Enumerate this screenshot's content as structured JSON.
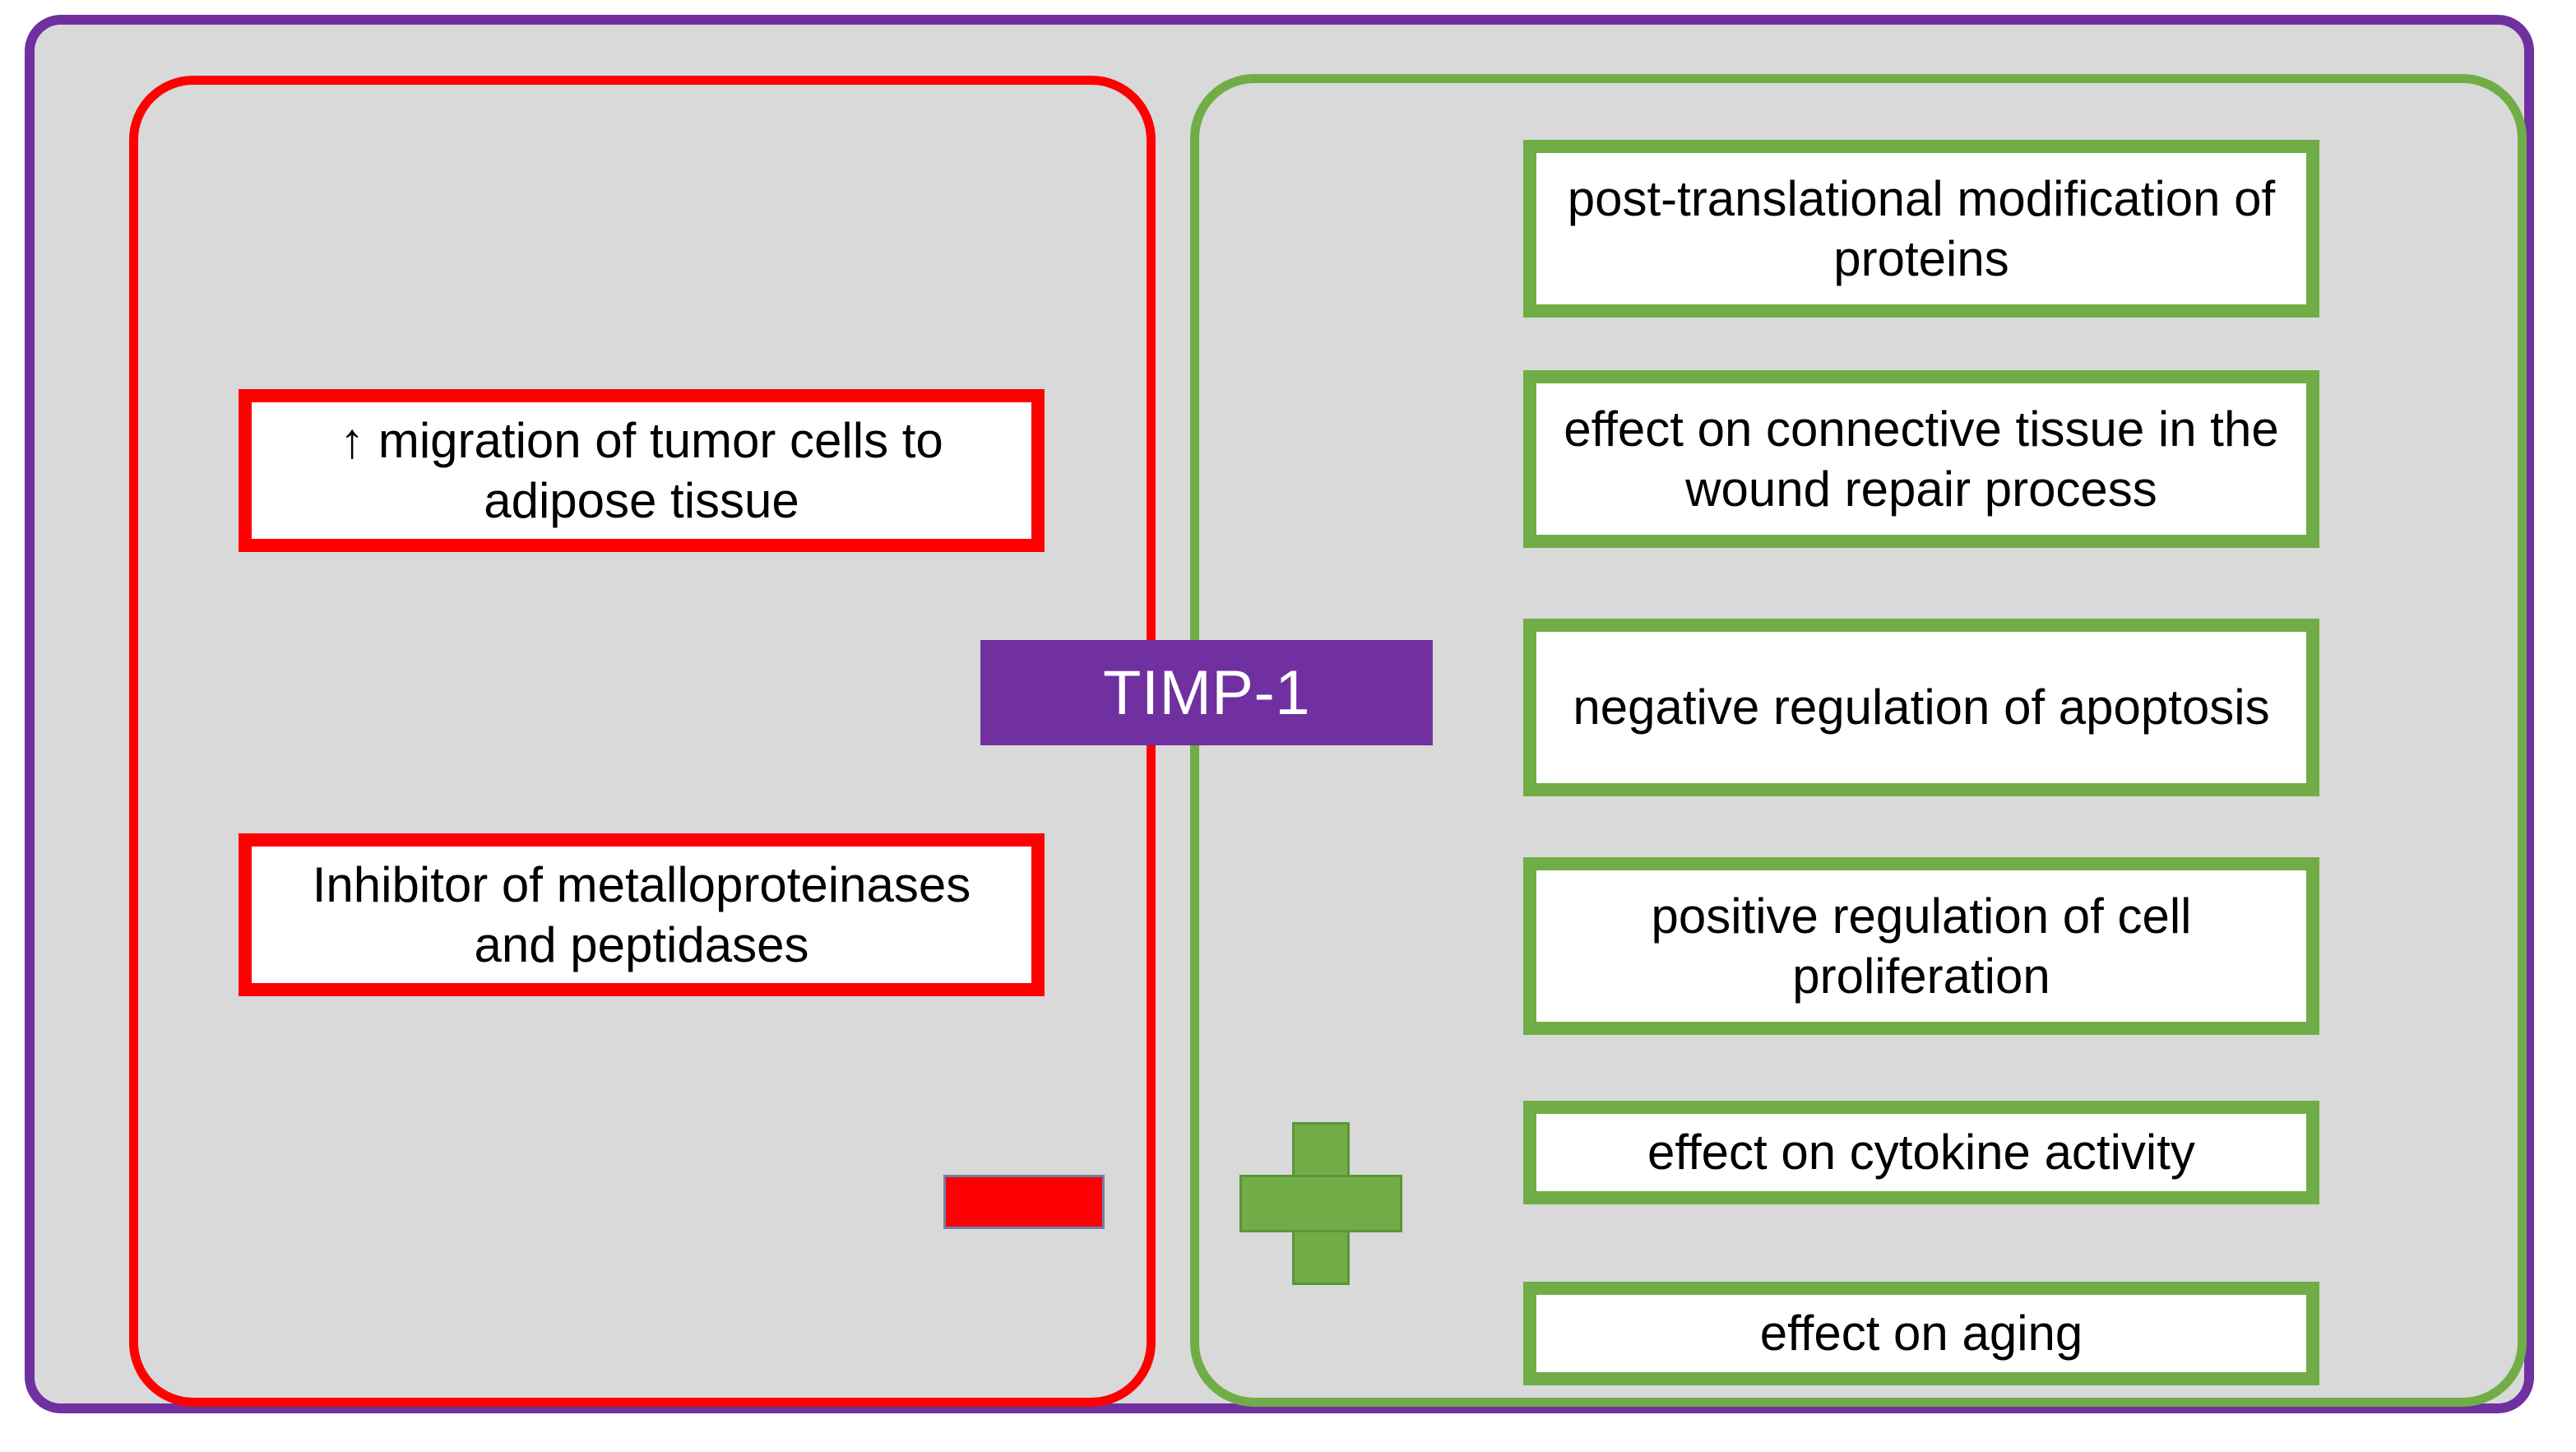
{
  "diagram": {
    "title": "TIMP-1",
    "center_node": {
      "label": "TIMP-1"
    },
    "colors": {
      "outer_border": "#7030A0",
      "panel_background": "#D9D9D9",
      "negative_accent": "#FF0000",
      "positive_accent": "#70AD47",
      "center_node_fill": "#7030A0",
      "center_node_text": "#FFFFFF",
      "box_fill": "#FFFFFF",
      "text": "#000000"
    },
    "negative_panel": {
      "sign_icon": "minus-icon",
      "sign_label": "−",
      "items": [
        {
          "text": "↑ migration of tumor cells to adipose tissue"
        },
        {
          "text": "Inhibitor of metalloproteinases and peptidases"
        }
      ]
    },
    "positive_panel": {
      "sign_icon": "plus-icon",
      "sign_label": "+",
      "items": [
        {
          "text": "post-translational modification of proteins"
        },
        {
          "text": "effect on connective tissue in the wound repair process"
        },
        {
          "text": "negative regulation of apoptosis"
        },
        {
          "text": "positive regulation of cell proliferation"
        },
        {
          "text": "effect on cytokine activity"
        },
        {
          "text": "effect on aging"
        }
      ]
    }
  }
}
